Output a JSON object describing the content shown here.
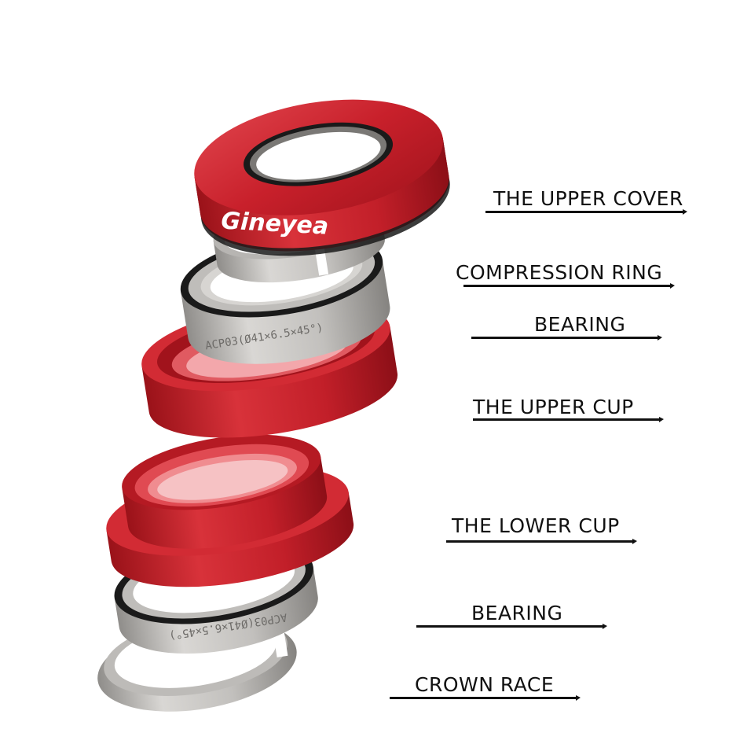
{
  "brand": "Gineyea",
  "colors": {
    "red": "#c8202b",
    "red_dark": "#8f1018",
    "red_light": "#e9545c",
    "silver": "#c9c7c4",
    "silver_dark": "#8e8c89",
    "black": "#1a1a1a",
    "text": "#111111"
  },
  "parts": [
    {
      "id": "upper-cover",
      "label": "THE UPPER COVER"
    },
    {
      "id": "compression-ring",
      "label": "COMPRESSION RING"
    },
    {
      "id": "bearing-upper",
      "label": "BEARING"
    },
    {
      "id": "upper-cup",
      "label": "THE UPPER CUP"
    },
    {
      "id": "lower-cup",
      "label": "THE LOWER CUP"
    },
    {
      "id": "bearing-lower",
      "label": "BEARING"
    },
    {
      "id": "crown-race",
      "label": "CROWN RACE"
    }
  ],
  "bearing_markings": {
    "upper": "ACP03(Ø41×6.5×45°)",
    "lower": "ACP03(Ø41×6.5×45°)"
  }
}
